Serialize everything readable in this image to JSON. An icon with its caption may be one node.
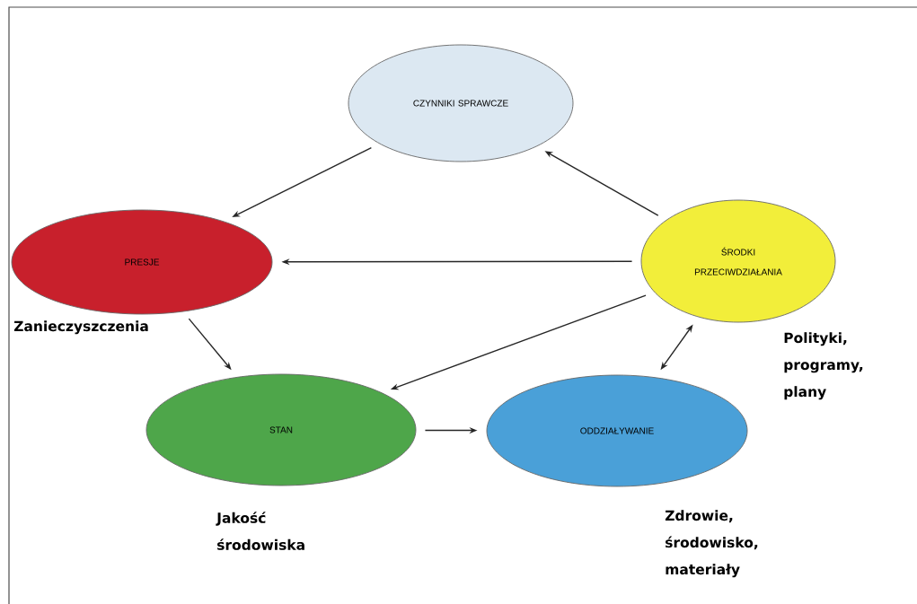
{
  "diagram": {
    "nodes": [
      {
        "text": [
          "CZYNNIKI SPRAWCZE"
        ]
      },
      {
        "text": [
          "PRESJE"
        ],
        "beside": [
          "Zanieczyszczenia"
        ]
      },
      {
        "text": [
          "ŚRODKI PRZECIWDZIAŁANIA"
        ],
        "beside": [
          "Polityki, programy, plany"
        ]
      },
      {
        "text": [
          "STAN"
        ],
        "beside": [
          "Jakość środowiska"
        ]
      },
      {
        "text": [
          "ODDZIAŁYWANIE"
        ],
        "beside": [
          "Zdrowie, środowisko, materiały"
        ]
      }
    ],
    "edges": [
      {
        "from": 0,
        "to": 1,
        "arrow": "to"
      },
      {
        "from": 2,
        "to": 0,
        "arrow": "to"
      },
      {
        "from": 2,
        "to": 1,
        "arrow": "to"
      },
      {
        "from": 2,
        "to": 3,
        "arrow": "to"
      },
      {
        "from": 1,
        "to": 3,
        "arrow": "to"
      },
      {
        "from": 3,
        "to": 4,
        "arrow": "to"
      },
      {
        "from": 4,
        "to": 2,
        "arrow": "both"
      }
    ]
  }
}
